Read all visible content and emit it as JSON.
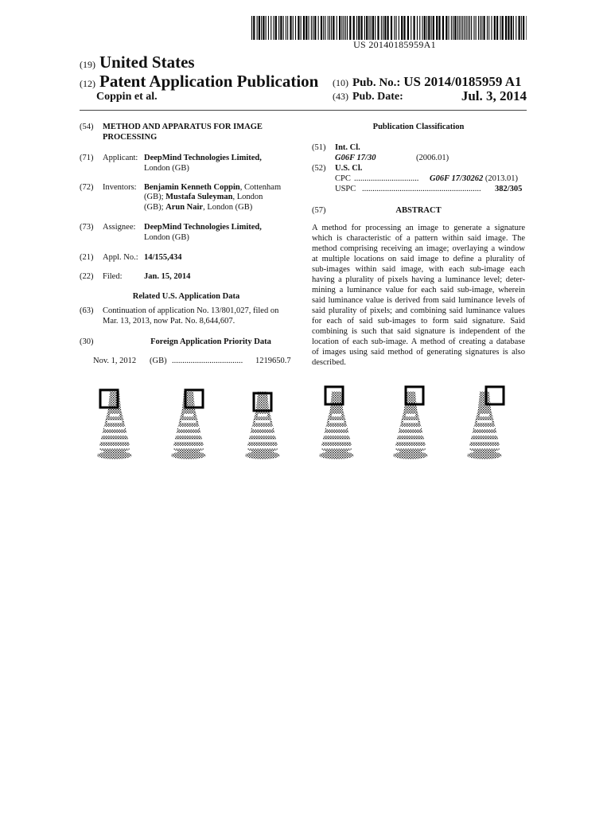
{
  "header": {
    "barcode_number": "US 20140185959A1",
    "code_19": "(19)",
    "country": "United States",
    "code_12": "(12)",
    "publication_type": "Patent Application Publication",
    "inventors_short": "Coppin et al.",
    "code_10": "(10)",
    "pub_no_label": "Pub. No.:",
    "pub_no_value": "US 2014/0185959 A1",
    "code_43": "(43)",
    "pub_date_label": "Pub. Date:",
    "pub_date_value": "Jul. 3, 2014"
  },
  "left": {
    "title_code": "(54)",
    "title_line1": "METHOD AND APPARATUS FOR IMAGE",
    "title_line2": "PROCESSING",
    "applicant_code": "(71)",
    "applicant_label": "Applicant:",
    "applicant_name": "DeepMind Technologies Limited,",
    "applicant_loc": "London (GB)",
    "inventors_code": "(72)",
    "inventors_label": "Inventors:",
    "inventor1_name": "Benjamin Kenneth Coppin",
    "inventor1_rest": ", Cottenham",
    "inventor2_pre": "(GB); ",
    "inventor2_name": "Mustafa Suleyman",
    "inventor2_rest": ", London",
    "inventor3_pre": "(GB); ",
    "inventor3_name": "Arun Nair",
    "inventor3_rest": ", London (GB)",
    "assignee_code": "(73)",
    "assignee_label": "Assignee:",
    "assignee_name": "DeepMind Technologies Limited,",
    "assignee_loc": "London (GB)",
    "appl_code": "(21)",
    "appl_label": "Appl. No.:",
    "appl_value": "14/155,434",
    "filed_code": "(22)",
    "filed_label": "Filed:",
    "filed_value": "Jan. 15, 2014",
    "related_heading": "Related U.S. Application Data",
    "continuation_code": "(63)",
    "continuation_line1": "Continuation of application No. 13/801,027, filed on",
    "continuation_line2": "Mar. 13, 2013, now Pat. No. 8,644,607.",
    "foreign_code": "(30)",
    "foreign_heading": "Foreign Application Priority Data",
    "foreign_date": "Nov. 1, 2012",
    "foreign_country": "(GB)",
    "foreign_dots": "..................................",
    "foreign_number": "1219650.7"
  },
  "right": {
    "classification_heading": "Publication Classification",
    "intcl_code": "(51)",
    "intcl_label": "Int. Cl.",
    "intcl_class": "G06F 17/30",
    "intcl_year": "(2006.01)",
    "uscl_code": "(52)",
    "uscl_label": "U.S. Cl.",
    "cpc_label": "CPC",
    "cpc_dots": "...............................",
    "cpc_class": "G06F 17/30262",
    "cpc_year": " (2013.01)",
    "uspc_label": "USPC",
    "uspc_dots": ".........................................................",
    "uspc_value": "382/305",
    "abstract_code": "(57)",
    "abstract_heading": "ABSTRACT",
    "abstract_lines": [
      "A method for processing an image to generate a signature",
      "which is characteristic of a pattern within said image. The",
      "method comprising receiving an image; overlaying a window",
      "at multiple locations on said image to define a plurality of",
      "sub-images within said image, with each sub-image each",
      "having a plurality of pixels having a luminance level; deter-",
      "mining a luminance value for each said sub-image, wherein",
      "said luminance value is derived from said luminance levels of",
      "said plurality of pixels; and combining said luminance values",
      "for each of said sub-images to form said signature. Said",
      "combining is such that said signature is independent of the",
      "location of each sub-image. A method of creating a database",
      "of images using said method of generating signatures is also",
      "described."
    ]
  }
}
